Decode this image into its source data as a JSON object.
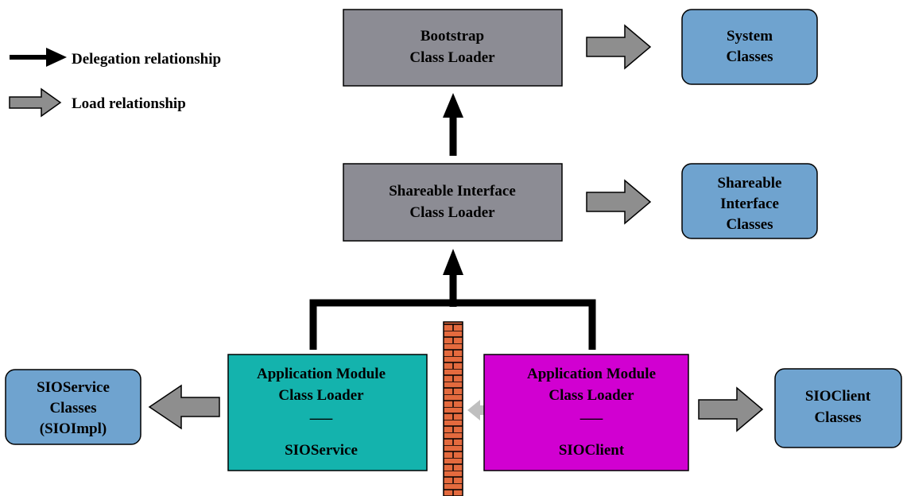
{
  "legend": {
    "delegation_label": "Delegation relationship",
    "load_label": "Load relationship"
  },
  "colors": {
    "loader_gray": "#8c8c94",
    "class_blue": "#6fa3cf",
    "service_teal": "#14b3ad",
    "client_magenta": "#d100d1",
    "brick_red": "#e46a3e",
    "arrow_gray": "#888888"
  },
  "loaders": {
    "bootstrap": {
      "line1": "Bootstrap",
      "line2": "Class Loader"
    },
    "shareable": {
      "line1": "Shareable Interface",
      "line2": "Class Loader"
    },
    "service": {
      "line1": "Application Module",
      "line2": "Class Loader",
      "sep": "–––",
      "name": "SIOService"
    },
    "client": {
      "line1": "Application Module",
      "line2": "Class Loader",
      "sep": "–––",
      "name": "SIOClient"
    }
  },
  "classes": {
    "system": {
      "line1": "System",
      "line2": "Classes"
    },
    "shareable": {
      "line1": "Shareable",
      "line2": "Interface",
      "line3": "Classes"
    },
    "sioservice": {
      "line1": "SIOService",
      "line2": "Classes",
      "line3": "(SIOImpl)"
    },
    "sioclient": {
      "line1": "SIOClient",
      "line2": "Classes"
    }
  }
}
